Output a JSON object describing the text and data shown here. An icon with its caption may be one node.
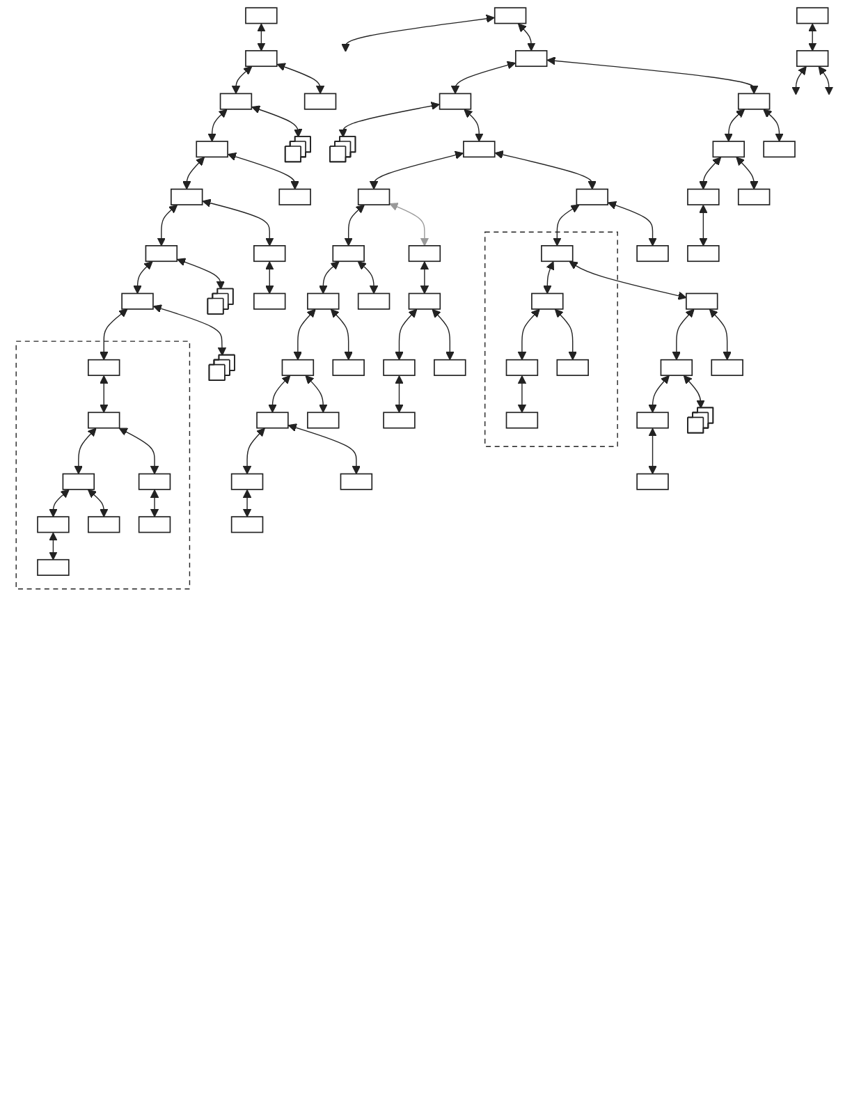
{
  "diagram": {
    "nodes": [
      {
        "text": [],
        "shape": "box"
      },
      {
        "text": [],
        "shape": "box"
      },
      {
        "text": [],
        "shape": "box"
      },
      {
        "text": [],
        "shape": "box"
      },
      {
        "text": [],
        "shape": "box"
      },
      {
        "text": [],
        "shape": "box"
      },
      {
        "text": [],
        "shape": "stack"
      },
      {
        "text": [],
        "shape": "box"
      },
      {
        "text": [],
        "shape": "box"
      },
      {
        "text": [],
        "shape": "box"
      },
      {
        "text": [],
        "shape": "box"
      },
      {
        "text": [],
        "shape": "box"
      },
      {
        "text": [],
        "shape": "box"
      },
      {
        "text": [],
        "shape": "box"
      },
      {
        "text": [],
        "shape": "box"
      },
      {
        "text": [],
        "shape": "box"
      },
      {
        "text": [],
        "shape": "box"
      },
      {
        "text": [],
        "shape": "box"
      },
      {
        "text": [],
        "shape": "box"
      },
      {
        "text": [],
        "shape": "box"
      },
      {
        "text": [],
        "shape": "box"
      },
      {
        "text": [],
        "shape": "box"
      },
      {
        "text": [],
        "shape": "box"
      },
      {
        "text": [],
        "shape": "box"
      },
      {
        "text": [],
        "shape": "box",
        "in": 23
      },
      {
        "text": [],
        "shape": "box"
      },
      {
        "text": [],
        "shape": "box",
        "in": 23
      },
      {
        "text": [],
        "shape": "box",
        "in": 23
      },
      {
        "text": [],
        "shape": "box",
        "in": 23
      },
      {
        "text": [],
        "shape": "box",
        "in": 23
      },
      {
        "text": [],
        "shape": "box"
      },
      {
        "text": [],
        "shape": "box"
      },
      {
        "text": [],
        "shape": "box"
      },
      {
        "text": [],
        "shape": "box"
      },
      {
        "text": [],
        "shape": "box"
      },
      {
        "text": [],
        "shape": "box"
      },
      {
        "text": [],
        "shape": "box"
      },
      {
        "text": [],
        "shape": "box"
      },
      {
        "text": [],
        "shape": "box"
      },
      {
        "text": [],
        "shape": "stack"
      },
      {
        "text": [],
        "shape": "box"
      },
      {
        "text": [],
        "shape": "box"
      },
      {
        "text": [],
        "shape": "box"
      },
      {
        "text": [],
        "shape": "box"
      },
      {
        "text": [],
        "shape": "box"
      },
      {
        "text": [],
        "shape": "box"
      },
      {
        "text": [],
        "shape": "box"
      },
      {
        "text": [],
        "shape": "stack"
      },
      {
        "text": [],
        "shape": "box"
      },
      {
        "text": [],
        "shape": "box"
      },
      {
        "text": [],
        "shape": "box"
      },
      {
        "text": [],
        "shape": "box"
      },
      {
        "text": [],
        "shape": "box"
      },
      {
        "text": [],
        "shape": "box"
      },
      {
        "text": [],
        "shape": "box"
      },
      {
        "text": [],
        "shape": "box"
      },
      {
        "text": [],
        "shape": "box",
        "in": 55
      },
      {
        "text": [],
        "shape": "box",
        "in": 55
      },
      {
        "text": [],
        "shape": "box",
        "in": 55
      },
      {
        "text": [],
        "shape": "box",
        "in": 55
      },
      {
        "text": [],
        "shape": "box",
        "in": 55
      },
      {
        "text": [],
        "shape": "box",
        "in": 55
      },
      {
        "text": [],
        "shape": "box",
        "in": 55
      },
      {
        "text": [],
        "shape": "box",
        "in": 55
      },
      {
        "text": [],
        "shape": "stack"
      },
      {
        "text": [],
        "shape": "stack"
      }
    ],
    "edges": [
      {
        "from": 0,
        "to": null,
        "arrow": "both"
      },
      {
        "from": 0,
        "to": 1,
        "arrow": "both"
      },
      {
        "from": 1,
        "to": 2,
        "arrow": "both"
      },
      {
        "from": 1,
        "to": 3,
        "arrow": "both"
      },
      {
        "from": 2,
        "to": 6,
        "arrow": "both"
      },
      {
        "from": 2,
        "to": 10,
        "arrow": "both"
      },
      {
        "from": 3,
        "to": 4,
        "arrow": "both"
      },
      {
        "from": 4,
        "to": 5,
        "arrow": "both"
      },
      {
        "from": 3,
        "to": 7,
        "arrow": "both"
      },
      {
        "from": 4,
        "to": 8,
        "arrow": "both"
      },
      {
        "from": 5,
        "to": 9,
        "arrow": "both"
      },
      {
        "from": 10,
        "to": 11,
        "arrow": "both"
      },
      {
        "from": 10,
        "to": 22,
        "arrow": "both"
      },
      {
        "from": 11,
        "to": 12,
        "arrow": "both"
      },
      {
        "from": 11,
        "to": 30,
        "arrow": "both",
        "color": "#999999"
      },
      {
        "from": 12,
        "to": 13,
        "arrow": "both"
      },
      {
        "from": 13,
        "to": 14,
        "arrow": "both"
      },
      {
        "from": 14,
        "to": 15,
        "arrow": "both"
      },
      {
        "from": 15,
        "to": 16,
        "arrow": "both"
      },
      {
        "from": 12,
        "to": 17,
        "arrow": "both"
      },
      {
        "from": 13,
        "to": 18,
        "arrow": "both"
      },
      {
        "from": 14,
        "to": 19,
        "arrow": "both"
      },
      {
        "from": 15,
        "to": 20,
        "arrow": "both"
      },
      {
        "from": 16,
        "to": 21,
        "arrow": "both"
      },
      {
        "from": 22,
        "to": 24,
        "arrow": "both"
      },
      {
        "from": 22,
        "to": 25,
        "arrow": "both"
      },
      {
        "from": 24,
        "to": 26,
        "arrow": "both"
      },
      {
        "from": 24,
        "to": 35,
        "arrow": "both"
      },
      {
        "from": 26,
        "to": 27,
        "arrow": "both"
      },
      {
        "from": 26,
        "to": 28,
        "arrow": "both"
      },
      {
        "from": 27,
        "to": 29,
        "arrow": "both"
      },
      {
        "from": 30,
        "to": 31,
        "arrow": "both"
      },
      {
        "from": 31,
        "to": 32,
        "arrow": "both"
      },
      {
        "from": 31,
        "to": 33,
        "arrow": "both"
      },
      {
        "from": 32,
        "to": 34,
        "arrow": "both"
      },
      {
        "from": 35,
        "to": 36,
        "arrow": "both"
      },
      {
        "from": 36,
        "to": 37,
        "arrow": "both"
      },
      {
        "from": 35,
        "to": 38,
        "arrow": "both"
      },
      {
        "from": 36,
        "to": 39,
        "arrow": "both"
      },
      {
        "from": 37,
        "to": 40,
        "arrow": "both"
      },
      {
        "from": 41,
        "to": 42,
        "arrow": "both"
      },
      {
        "from": 42,
        "to": 43,
        "arrow": "both"
      },
      {
        "from": 43,
        "to": 44,
        "arrow": "both"
      },
      {
        "from": 44,
        "to": 45,
        "arrow": "both"
      },
      {
        "from": 45,
        "to": 53,
        "arrow": "both"
      },
      {
        "from": 42,
        "to": 46,
        "arrow": "both"
      },
      {
        "from": 43,
        "to": 47,
        "arrow": "both"
      },
      {
        "from": 44,
        "to": 48,
        "arrow": "both"
      },
      {
        "from": 45,
        "to": 49,
        "arrow": "both"
      },
      {
        "from": 49,
        "to": 51,
        "arrow": "both"
      },
      {
        "from": 50,
        "to": 52,
        "arrow": "both"
      },
      {
        "from": 52,
        "to": null,
        "arrow": "both"
      },
      {
        "from": 52,
        "to": null,
        "arrow": "both"
      },
      {
        "from": 53,
        "to": 54,
        "arrow": "both"
      },
      {
        "from": 54,
        "to": 56,
        "arrow": "both"
      },
      {
        "from": 53,
        "to": 64,
        "arrow": "both"
      },
      {
        "from": 54,
        "to": 65,
        "arrow": "both"
      },
      {
        "from": 56,
        "to": 57,
        "arrow": "both"
      },
      {
        "from": 57,
        "to": 58,
        "arrow": "both"
      },
      {
        "from": 58,
        "to": 59,
        "arrow": "both"
      },
      {
        "from": 57,
        "to": 60,
        "arrow": "both"
      },
      {
        "from": 58,
        "to": 61,
        "arrow": "both"
      },
      {
        "from": 59,
        "to": 62,
        "arrow": "both"
      },
      {
        "from": 60,
        "to": 63,
        "arrow": "both"
      }
    ]
  }
}
